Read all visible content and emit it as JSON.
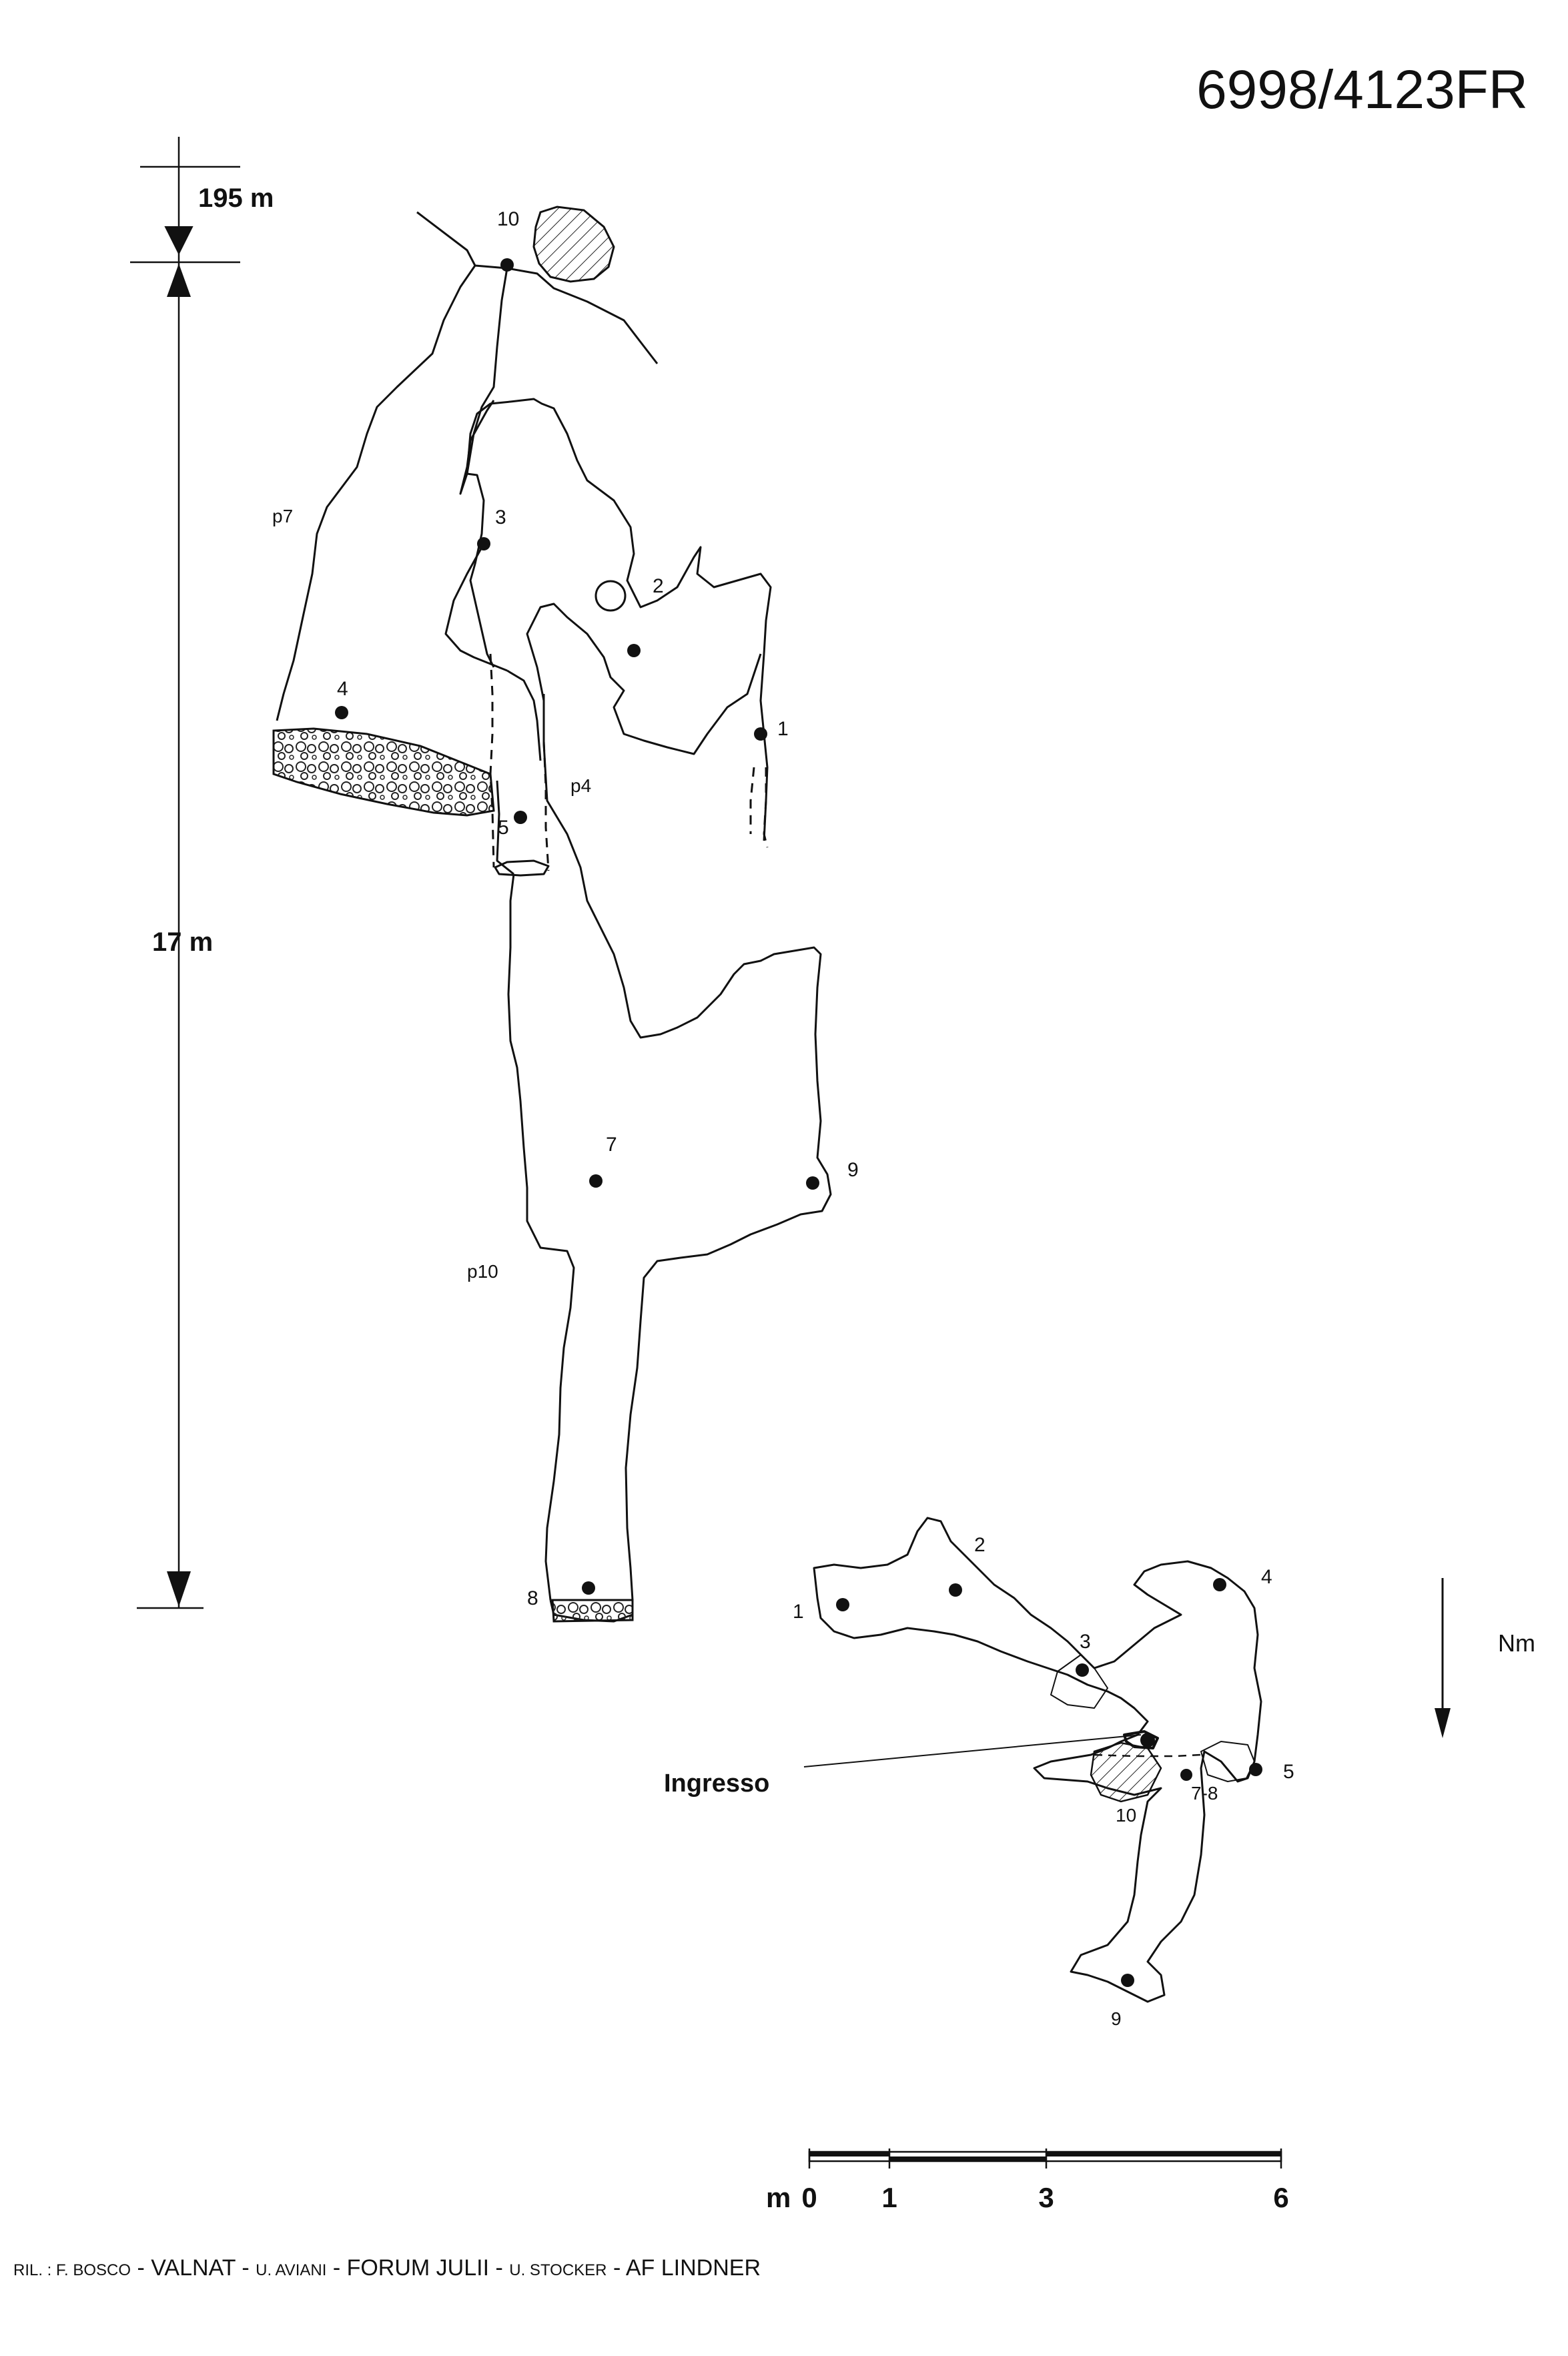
{
  "title": "6998/4123FR",
  "depth": {
    "entrance_altitude": "195 m",
    "total_depth": "17 m"
  },
  "section": {
    "station_labels": [
      "10",
      "3",
      "2",
      "1",
      "4",
      "5",
      "7",
      "9",
      "8"
    ],
    "pitch_labels": [
      "p7",
      "p4",
      "p10"
    ]
  },
  "plan": {
    "station_labels": [
      "1",
      "2",
      "3",
      "4",
      "5",
      "7-8",
      "10",
      "9"
    ],
    "entrance_label": "Ingresso",
    "north_label": "Nm"
  },
  "scale_bar": {
    "unit": "m",
    "ticks": [
      "0",
      "1",
      "3",
      "6"
    ]
  },
  "credits": {
    "prefix": "RIL. : ",
    "p1": "F. BOSCO",
    "s1": " - ",
    "p2": "VALNAT",
    "s2": " - ",
    "p3": "U. AVIANI",
    "s3": " - ",
    "p4": "FORUM JULII",
    "s4": " - ",
    "p5": "U. STOCKER",
    "s5": " - ",
    "p6": "AF LINDNER"
  }
}
